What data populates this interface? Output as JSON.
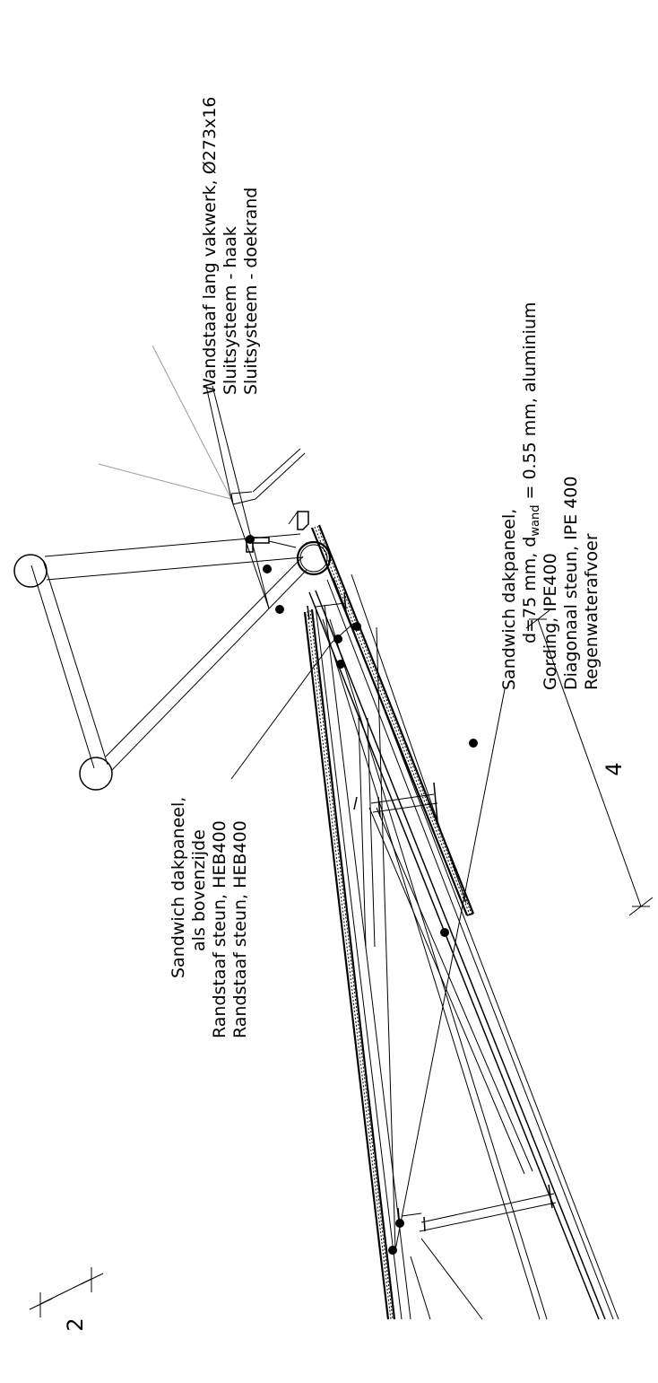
{
  "labels": {
    "left_group": {
      "line1": "Sandwich dakpaneel,",
      "line2": "als bovenzijde",
      "line3": "Randstaaf steun, HEB400",
      "line4": "Randstaaf steun, HEB400"
    },
    "middle_group": {
      "line1": "Sandwich dakpaneel,",
      "line2_pre": "d=75 mm, d",
      "line2_sub": "wand",
      "line2_post": " = 0.55 mm, aluminium",
      "line3": "Gording, IPE400",
      "line4": "Diagonaal steun, IPE 400",
      "line5": "Regenwaterafvoer"
    },
    "right_group": {
      "line1": "Wandstaaf lang vakwerk, Ø273x16",
      "line2": "Sluitsysteem - haak",
      "line3": "Sluitsysteem - doekrand"
    }
  },
  "dimensions": {
    "dim_4": "4",
    "dim_2": "2"
  }
}
